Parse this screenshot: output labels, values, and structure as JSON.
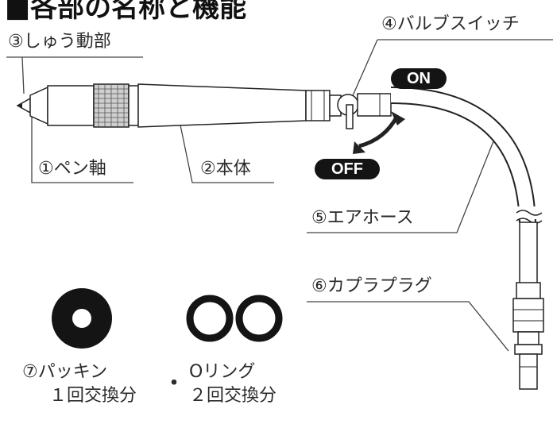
{
  "title": "■各部の名称と機能",
  "labels": {
    "pen_shaft": "①ペン軸",
    "body": "②本体",
    "sliding_part": "③しゅう動部",
    "valve_switch": "④バルブスイッチ",
    "air_hose": "⑤エアホース",
    "coupler_plug": "⑥カプラプラグ",
    "packing": "⑦パッキン",
    "o_ring": "Oリング",
    "packing_qty": "１回交換分",
    "o_ring_qty": "２回交換分",
    "separator": "・"
  },
  "switch_states": {
    "on": "ON",
    "off": "OFF"
  },
  "colors": {
    "ink": "#141414",
    "line": "#444444",
    "fill_light": "#ffffff"
  }
}
